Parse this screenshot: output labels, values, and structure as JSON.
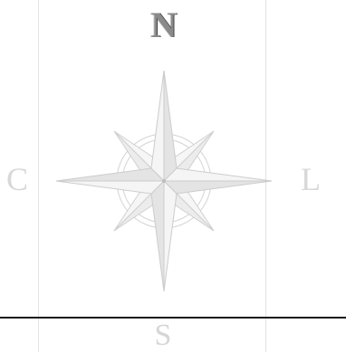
{
  "compass": {
    "north_label": "N",
    "south_label": "S",
    "west_label": "C",
    "east_label": "L"
  },
  "colors": {
    "baseline": "#1a1a1a",
    "guide_lines": "#e3e3e3",
    "rose_stroke": "#cfcfcf",
    "rose_fill_light": "#f4f4f4",
    "rose_fill_dark": "#e6e6e6"
  },
  "icons": {
    "rose": "compass-rose-icon"
  }
}
